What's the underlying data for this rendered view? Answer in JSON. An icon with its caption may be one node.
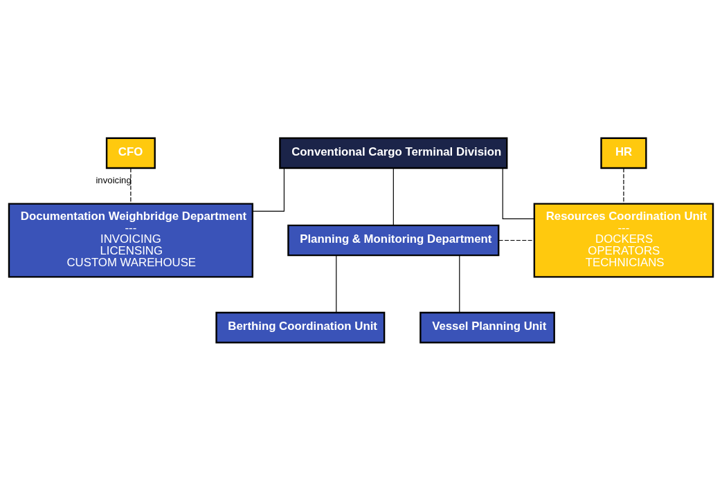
{
  "diagram": {
    "nodes": [
      {
        "text": [
          "Conventional Cargo Terminal Division"
        ]
      },
      {
        "text": [
          "HR"
        ]
      },
      {
        "text": [
          "CFO"
        ]
      },
      {
        "text": [
          "Documentation Weighbridge Department",
          "---",
          "INVOICING",
          "LICENSING",
          "CUSTOM WAREHOUSE"
        ]
      },
      {
        "text": [
          "Planning & Monitoring Department"
        ]
      },
      {
        "text": [
          "Resources Coordination Unit",
          "---",
          "DOCKERS",
          "OPERATORS",
          "TECHNICIANS"
        ]
      },
      {
        "text": [
          "Berthing Coordination Unit"
        ]
      },
      {
        "text": [
          "Vessel Planning Unit"
        ]
      }
    ],
    "edges": [
      {
        "from": 0,
        "to": 3,
        "arrow": "none"
      },
      {
        "from": 0,
        "to": 4,
        "arrow": "none"
      },
      {
        "from": 0,
        "to": 5,
        "arrow": "none"
      },
      {
        "from": 2,
        "to": 3,
        "arrow": "none",
        "style": "dashed",
        "label": "invoicing"
      },
      {
        "from": 4,
        "to": 5,
        "arrow": "none",
        "style": "dashed"
      },
      {
        "from": 1,
        "to": 5,
        "arrow": "none",
        "style": "dashed"
      },
      {
        "from": 4,
        "to": 6,
        "arrow": "none"
      },
      {
        "from": 4,
        "to": 7,
        "arrow": "none"
      }
    ]
  }
}
